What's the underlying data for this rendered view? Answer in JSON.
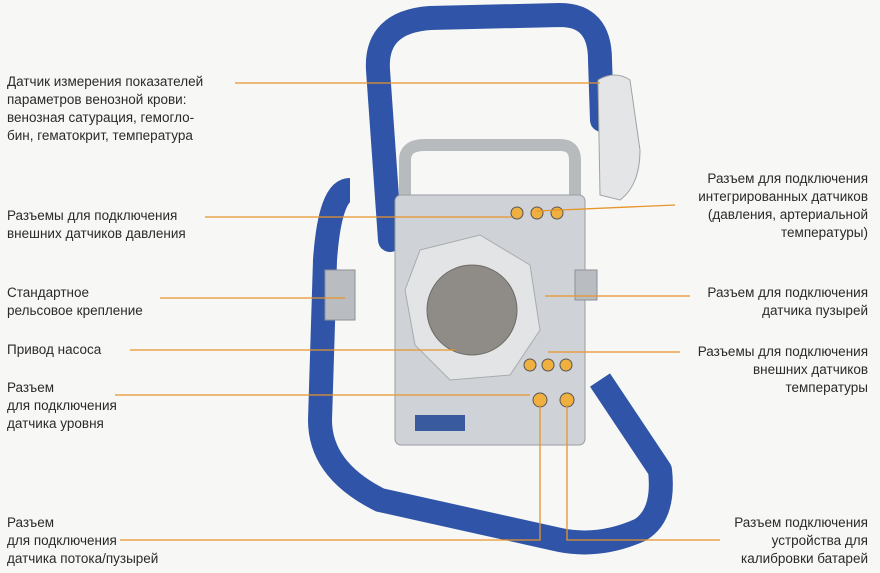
{
  "colors": {
    "leader": "#e8942a",
    "frame_blue": "#2f54a8",
    "body_silver": "#c9ccd0"
  },
  "labels": {
    "venous_sensor": "Датчик измерения показателей\nпараметров венозной крови:\nвенозная сатурация, гемогло-\nбин, гематокрит, температура",
    "pressure_ext": "Разъемы для подключения\nвнешних датчиков давления",
    "rail_mount": "Стандартное\nрельсовое крепление",
    "pump_drive": "Привод насоса",
    "level_sensor": "Разъем\nдля подключения\nдатчика уровня",
    "flow_bubble": "Разъем\nдля подключения\nдатчика потока/пузырей",
    "integrated": "Разъем для подключения\nинтегрированных датчиков\n(давления, артериальной\nтемпературы)",
    "bubble": "Разъем для подключения\nдатчика пузырей",
    "temp_ext": "Разъемы для подключения\nвнешних датчиков\nтемпературы",
    "battery_cal": "Разъем подключения\nустройства для\nкалибровки батарей"
  }
}
